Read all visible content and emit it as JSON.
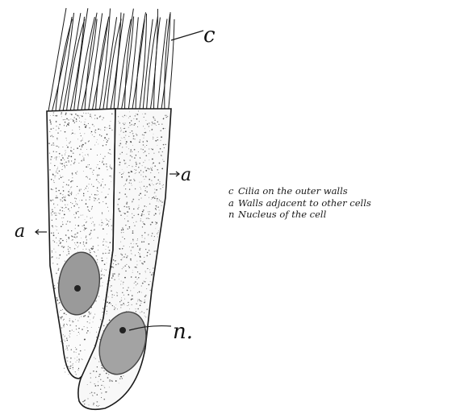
{
  "labels": {
    "cilia_letter": "c",
    "wall_letter_right": "a",
    "wall_letter_left": "a",
    "nucleus_letter": "n."
  },
  "legend": [
    {
      "key": "c",
      "text": "Cilia on the outer walls"
    },
    {
      "key": "a",
      "text": "Walls adjacent to other cells"
    },
    {
      "key": "n",
      "text": "Nucleus of the cell"
    }
  ],
  "colors": {
    "ink": "#1a1a1a",
    "paper": "#ffffff",
    "nucleus": "#8f8f8f"
  }
}
